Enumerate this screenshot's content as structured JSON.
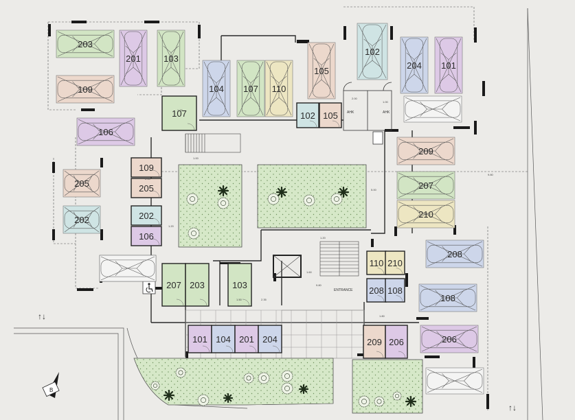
{
  "colors": {
    "background": "#ecebe8",
    "garden": "#d6e8c8",
    "wall": "#1a1a1a",
    "line": "#555555",
    "purple": "#ddc9e6",
    "green": "#d2e5c4",
    "blue": "#cdd6ea",
    "brown": "#ecd8cc",
    "yellow": "#ede6c2",
    "teal": "#cfe4e4"
  },
  "parking": [
    {
      "label": "203",
      "color": "green"
    },
    {
      "label": "201",
      "color": "purple"
    },
    {
      "label": "103",
      "color": "green"
    },
    {
      "label": "109",
      "color": "brown"
    },
    {
      "label": "106",
      "color": "purple"
    },
    {
      "label": "104",
      "color": "blue"
    },
    {
      "label": "107",
      "color": "green"
    },
    {
      "label": "110",
      "color": "yellow"
    },
    {
      "label": "105",
      "color": "brown"
    },
    {
      "label": "102",
      "color": "teal"
    },
    {
      "label": "204",
      "color": "blue"
    },
    {
      "label": "101",
      "color": "purple"
    },
    {
      "label": "205",
      "color": "brown"
    },
    {
      "label": "202",
      "color": "teal"
    },
    {
      "label": "209",
      "color": "brown"
    },
    {
      "label": "207",
      "color": "green"
    },
    {
      "label": "210",
      "color": "yellow"
    },
    {
      "label": "208",
      "color": "blue"
    },
    {
      "label": "108",
      "color": "blue"
    },
    {
      "label": "206",
      "color": "purple"
    }
  ],
  "storage": [
    {
      "label": "107",
      "color": "green"
    },
    {
      "label": "102",
      "color": "teal"
    },
    {
      "label": "105",
      "color": "brown"
    },
    {
      "label": "109",
      "color": "brown"
    },
    {
      "label": "205",
      "color": "brown"
    },
    {
      "label": "202",
      "color": "teal"
    },
    {
      "label": "106",
      "color": "purple"
    },
    {
      "label": "207",
      "color": "green"
    },
    {
      "label": "203",
      "color": "green"
    },
    {
      "label": "103",
      "color": "green"
    },
    {
      "label": "110",
      "color": "yellow"
    },
    {
      "label": "210",
      "color": "yellow"
    },
    {
      "label": "208",
      "color": "blue"
    },
    {
      "label": "108",
      "color": "blue"
    },
    {
      "label": "101",
      "color": "purple"
    },
    {
      "label": "104",
      "color": "blue"
    },
    {
      "label": "201",
      "color": "purple"
    },
    {
      "label": "204",
      "color": "blue"
    },
    {
      "label": "209",
      "color": "brown"
    },
    {
      "label": "206",
      "color": "purple"
    }
  ],
  "texts": {
    "entrance": "ENTRANCE",
    "ahk1": "AHK",
    "ahk2": "AHK",
    "arrows_left": "↑↓",
    "arrows_right": "↑↓",
    "north": "B"
  },
  "dimensions": [
    "1.00",
    "2.00",
    "1.60",
    "1.80",
    "1.50",
    "2.35",
    "5.00",
    "9.80",
    "1.20",
    "2.40"
  ]
}
